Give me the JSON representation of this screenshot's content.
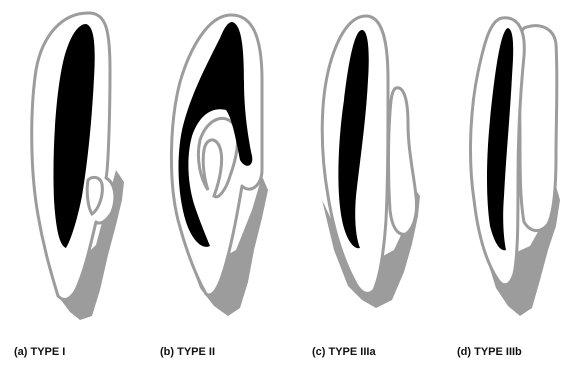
{
  "figure": {
    "panels": [
      {
        "id": "a",
        "caption": "(a) TYPE I"
      },
      {
        "id": "b",
        "caption": "(b) TYPE II"
      },
      {
        "id": "c",
        "caption": "(c) TYPE IIIa"
      },
      {
        "id": "d",
        "caption": "(d) TYPE IIIb"
      }
    ]
  },
  "colors": {
    "background": "#ffffff",
    "shadow": "#9c9c9c",
    "outline": "#9c9c9c",
    "root_fill": "#ffffff",
    "canal": "#000000",
    "caption_text": "#111111"
  }
}
